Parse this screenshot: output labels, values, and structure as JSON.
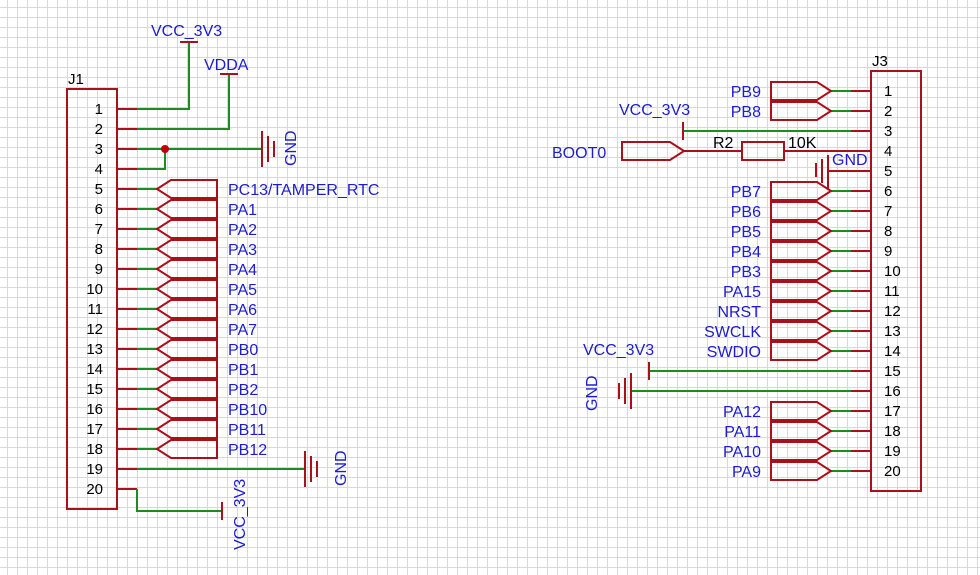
{
  "j1": {
    "ref": "J1",
    "pins": [
      "1",
      "2",
      "3",
      "4",
      "5",
      "6",
      "7",
      "8",
      "9",
      "10",
      "11",
      "12",
      "13",
      "14",
      "15",
      "16",
      "17",
      "18",
      "19",
      "20"
    ],
    "netlabels": [
      "PC13/TAMPER_RTC",
      "PA1",
      "PA2",
      "PA3",
      "PA4",
      "PA5",
      "PA6",
      "PA7",
      "PB0",
      "PB1",
      "PB2",
      "PB10",
      "PB11",
      "PB12"
    ],
    "vcc_top": "VCC_3V3",
    "vdda": "VDDA",
    "gnd_top": "GND",
    "gnd_19": "GND",
    "vcc_20": "VCC_3V3"
  },
  "j3": {
    "ref": "J3",
    "pins": [
      "1",
      "2",
      "3",
      "4",
      "5",
      "6",
      "7",
      "8",
      "9",
      "10",
      "11",
      "12",
      "13",
      "14",
      "15",
      "16",
      "17",
      "18",
      "19",
      "20"
    ],
    "labels_top": [
      "PB9",
      "PB8"
    ],
    "vcc_3": "VCC_3V3",
    "boot": "BOOT0",
    "r_ref": "R2",
    "r_val": "10K",
    "gnd_5": "GND",
    "labels_mid": [
      "PB7",
      "PB6",
      "PB5",
      "PB4",
      "PB3",
      "PA15",
      "NRST",
      "SWCLK",
      "SWDIO"
    ],
    "vcc_15": "VCC_3V3",
    "gnd_16": "GND",
    "labels_bot": [
      "PA12",
      "PA11",
      "PA10",
      "PA9"
    ]
  },
  "colors": {
    "wire": "#1f8a1f",
    "part": "#a8101a",
    "label": "#1d1dcc",
    "junction": "#c00000"
  }
}
